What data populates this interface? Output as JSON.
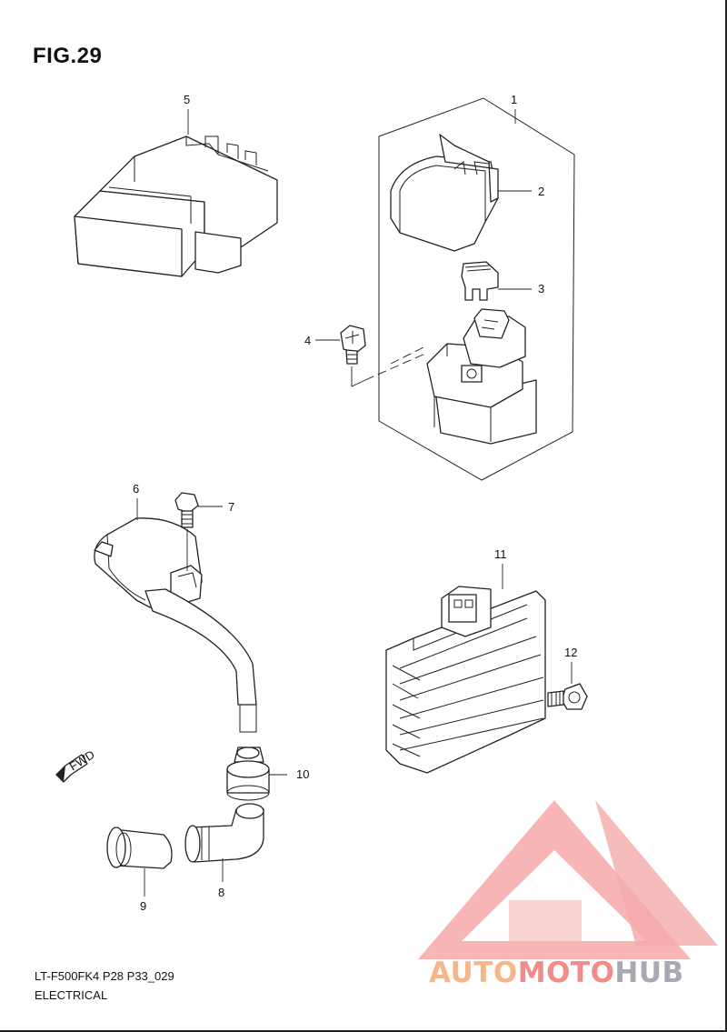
{
  "figure_title": "FIG.29",
  "footer": {
    "model_code": "LT-F500FK4 P28 P33_029",
    "section": "ELECTRICAL"
  },
  "callouts": [
    "1",
    "2",
    "3",
    "4",
    "5",
    "6",
    "7",
    "8",
    "9",
    "10",
    "11",
    "12"
  ],
  "direction_label": "FWD",
  "watermark": {
    "part1": "AUTO",
    "part2": "MOTO",
    "part3": "HUB",
    "colors": {
      "auto": "#f7b68a",
      "moto": "#f08c8c",
      "hub": "#a9a9b4",
      "logo": "#f6a3a3"
    }
  }
}
